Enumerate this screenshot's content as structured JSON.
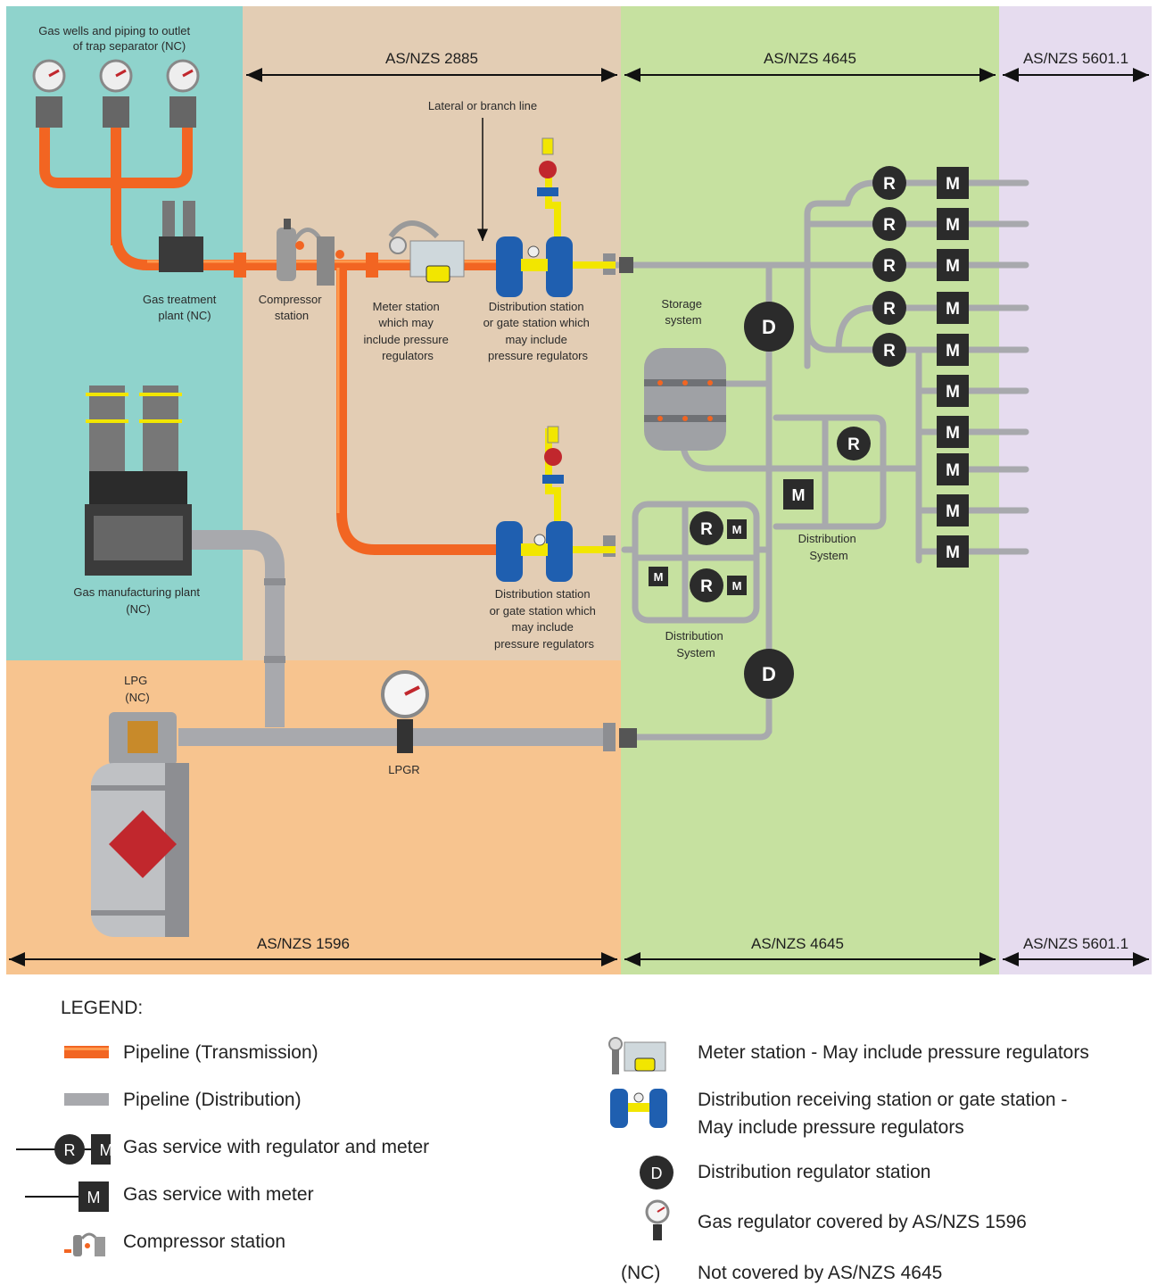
{
  "standards": {
    "top": [
      "AS/NZS 2885",
      "AS/NZS 4645",
      "AS/NZS 5601.1"
    ],
    "bottom": [
      "AS/NZS 1596",
      "AS/NZS 4645",
      "AS/NZS 5601.1"
    ]
  },
  "labels": {
    "gas_wells": [
      "Gas wells and piping to outlet",
      "of trap separator (NC)"
    ],
    "gas_treatment": [
      "Gas treatment",
      "plant (NC)"
    ],
    "compressor": [
      "Compressor",
      "station"
    ],
    "meter_station": [
      "Meter station",
      "which may",
      "include pressure",
      "regulators"
    ],
    "lateral": "Lateral or branch line",
    "dist_station_top": [
      "Distribution station",
      "or gate station which",
      "may include",
      "pressure regulators"
    ],
    "dist_station_bottom": [
      "Distribution station",
      "or gate station which",
      "may include",
      "pressure regulators"
    ],
    "storage": [
      "Storage",
      "system"
    ],
    "dist_system_right": [
      "Distribution",
      "System"
    ],
    "dist_system_left": [
      "Distribution",
      "System"
    ],
    "gas_manufacturing": [
      "Gas manufacturing plant",
      "(NC)"
    ],
    "lpg": [
      "LPG",
      "(NC)"
    ],
    "lpgr": "LPGR"
  },
  "symbols": {
    "regulator": "R",
    "meter": "M",
    "distribution": "D"
  },
  "legend": {
    "title": "LEGEND:",
    "pipeline_transmission": "Pipeline (Transmission)",
    "pipeline_distribution": "Pipeline (Distribution)",
    "service_reg_meter": "Gas service with regulator and meter",
    "service_meter": "Gas service with meter",
    "compressor": "Compressor station",
    "meter_station": "Meter station - May include pressure regulators",
    "dist_receiving": [
      "Distribution receiving station or gate station -",
      "May include pressure regulators"
    ],
    "dist_regulator": "Distribution regulator station",
    "gas_regulator": "Gas regulator covered by AS/NZS 1596",
    "nc_key": "(NC)",
    "nc_desc": "Not covered by AS/NZS 4645"
  },
  "colors": {
    "teal": "#8fd3cc",
    "tan": "#e3cdb4",
    "peach": "#f7c48f",
    "green": "#c6e1a0",
    "lavender": "#e6dcef",
    "orange_pipe": "#f26522",
    "grey_pipe": "#a8a9ad",
    "blue_station": "#1f5fb0",
    "dark": "#2b2b2b",
    "yellow": "#f2e600"
  }
}
